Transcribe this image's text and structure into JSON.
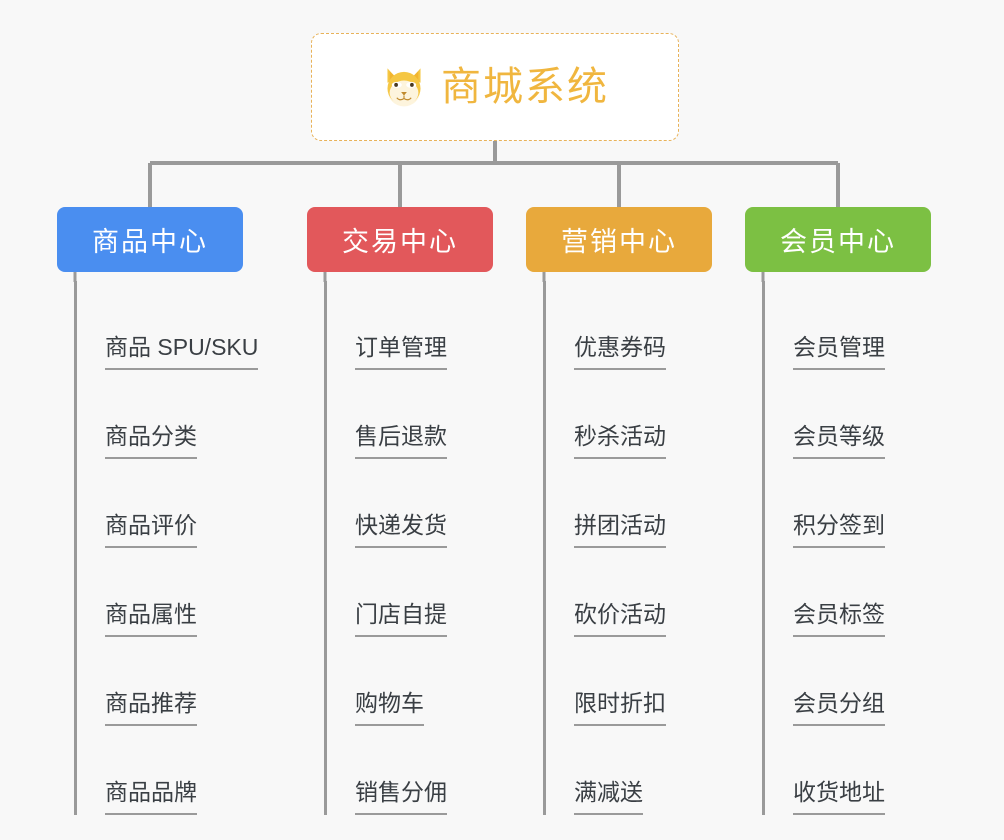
{
  "diagram": {
    "type": "tree-mindmap",
    "background_color": "#f8f8f8",
    "connector_color": "#9a9a9a",
    "root": {
      "title": "商城系统",
      "icon": "shiba-dog-face-icon",
      "text_color": "#f0b63f",
      "border_color": "#e8b259",
      "background_color": "#ffffff"
    },
    "branches": [
      {
        "label": "商品中心",
        "color": "#4a8ef0",
        "items": [
          "商品 SPU/SKU",
          "商品分类",
          "商品评价",
          "商品属性",
          "商品推荐",
          "商品品牌"
        ]
      },
      {
        "label": "交易中心",
        "color": "#e2585b",
        "items": [
          "订单管理",
          "售后退款",
          "快递发货",
          "门店自提",
          "购物车",
          "销售分佣"
        ]
      },
      {
        "label": "营销中心",
        "color": "#e8a93c",
        "items": [
          "优惠券码",
          "秒杀活动",
          "拼团活动",
          "砍价活动",
          "限时折扣",
          "满减送"
        ]
      },
      {
        "label": "会员中心",
        "color": "#7cc043",
        "items": [
          "会员管理",
          "会员等级",
          "积分签到",
          "会员标签",
          "会员分组",
          "收货地址"
        ]
      }
    ]
  }
}
